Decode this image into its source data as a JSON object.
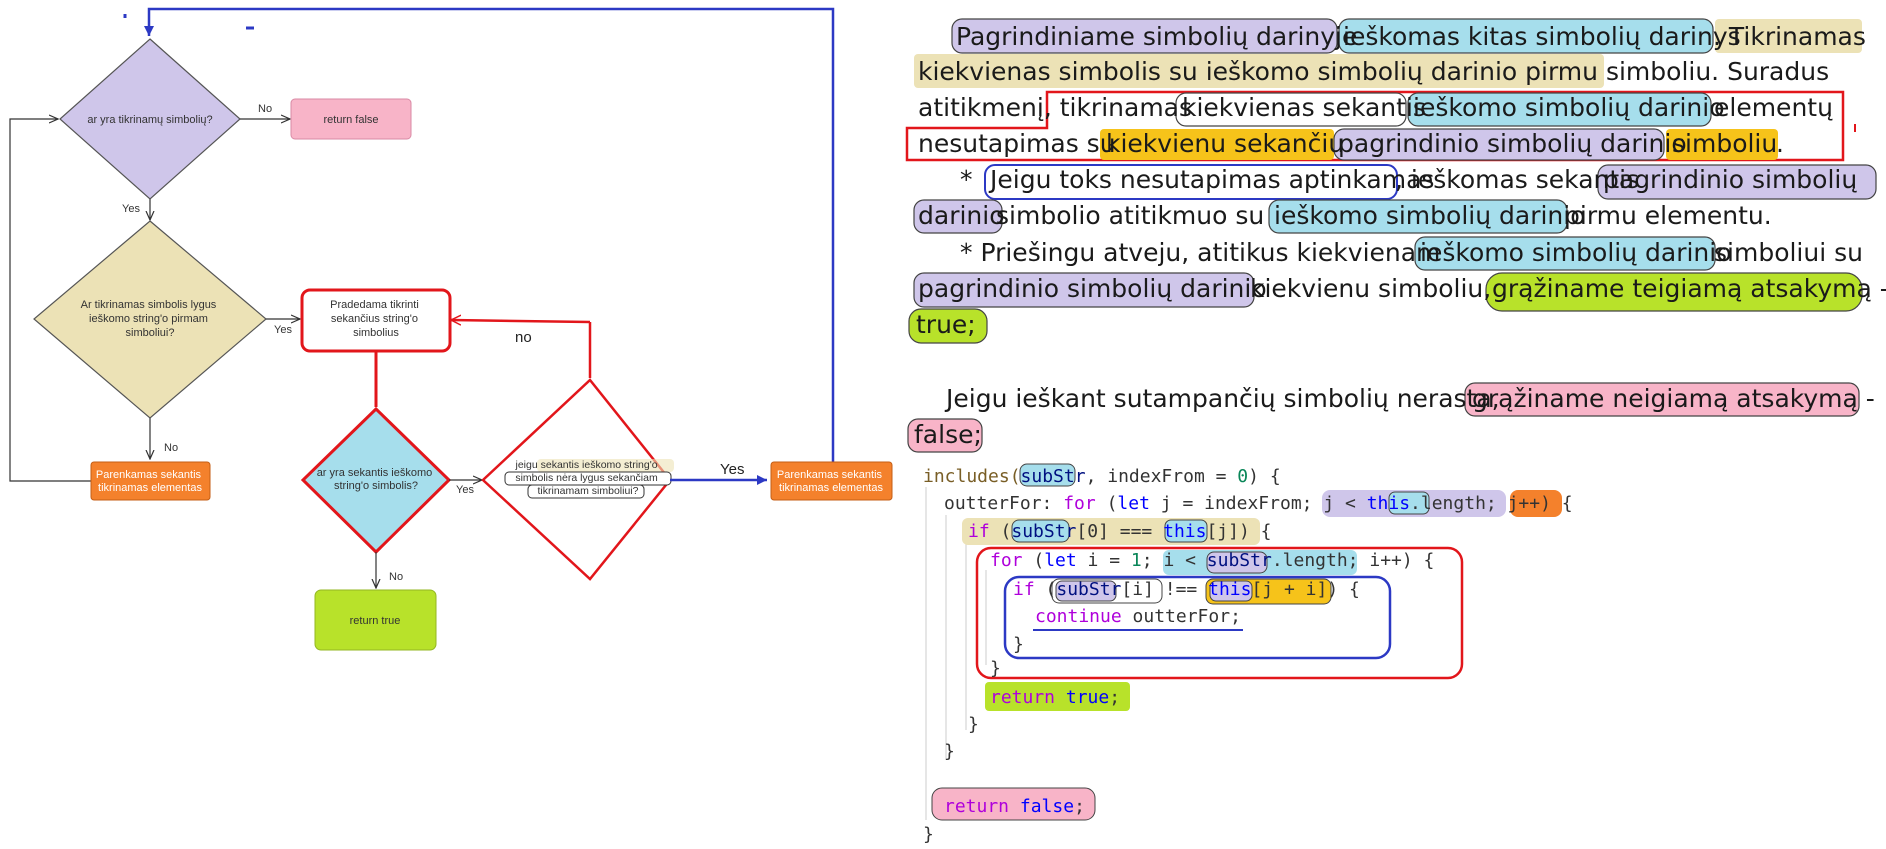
{
  "colors": {
    "purple": "#cfc6ea",
    "tan": "#ece2b6",
    "pink": "#f8b4c8",
    "orange": "#f4812c",
    "cyan": "#a6deec",
    "green": "#b8e22a",
    "gold": "#f6c31a",
    "red": "#e2161b",
    "blue": "#2c39c4",
    "code_keyword": "#0000ff",
    "code_purple": "#af00db",
    "code_number": "#098658",
    "code_text": "#333333"
  },
  "flowchart": {
    "n_has_chars": "ar yra tikrinamų simbolių?",
    "n_return_false": "return false",
    "n_first_match": [
      "Ar tikrinamas simbolis lygus",
      "ieškomo string'o pirmam",
      "simboliui?"
    ],
    "n_start_check": [
      "Pradedama tikrinti",
      "sekančius string'o",
      "simbolius"
    ],
    "n_next_elem_1": [
      "Parenkamas sekantis",
      "tikrinamas elementas"
    ],
    "n_has_next": [
      "ar yra sekantis ieškomo",
      "string'o simbolis?"
    ],
    "n_mismatch": [
      "jeigu sekantis ieškomo string'o",
      "simbolis nėra lygus sekančiam",
      "tikrinamam simboliui?"
    ],
    "n_next_elem_2": [
      "Parenkamas sekantis",
      "tikrinamas elementas"
    ],
    "n_return_true": "return true",
    "lbl_no_1": "No",
    "lbl_yes_1": "Yes",
    "lbl_yes_2": "Yes",
    "lbl_no_2": "No",
    "lbl_yes_3": "Yes",
    "lbl_no_3": "No",
    "lbl_no_big": "no",
    "lbl_yes_big": "Yes"
  },
  "prose": {
    "p1_l1_a": "Pagrindiniame simbolių darinyje",
    "p1_l1_b": "ieškomas kitas simbolių darinys",
    "p1_l1_c": ". Tikrinamas",
    "p1_l2": "kiekvienas simbolis su ieškomo simbolių darinio pirmu simboliu. Suradus",
    "p1_l3_a": "atitikmenį, tikrinamas",
    "p1_l3_b": "kiekvienas sekantis",
    "p1_l3_c": "ieškomo simbolių darinio",
    "p1_l3_d": "elementų",
    "p1_l4_a": "nesutapimas su",
    "p1_l4_b": "kiekvienu sekančiu",
    "p1_l4_c": "pagrindinio simbolių darinio",
    "p1_l4_d": "simboliu",
    "p1_l4_e": ".",
    "p2_l1_a": "* ",
    "p2_l1_b": "Jeigu toks nesutapimas aptinkamas",
    "p2_l1_c": ", ieškomas sekantis",
    "p2_l1_d": "pagrindinio simbolių",
    "p2_l2_a": "darinio",
    "p2_l2_b": " simbolio atitikmuo su",
    "p2_l2_c": "ieškomo simbolių darinio",
    "p2_l2_d": " pirmu elementu.",
    "p3_l1_a": "* Priešingu atveju, atitikus kiekvienam",
    "p3_l1_b": "ieškomo simbolių darinio",
    "p3_l1_c": " simboliui su",
    "p3_l2_a": "pagrindinio simbolių darinio",
    "p3_l2_b": " kiekvienu simboliu,",
    "p3_l2_c": "grąžiname teigiamą atsakymą -",
    "p3_l3": "true;",
    "p4_l1_a": "Jeigu ieškant sutampančių simbolių nerasta,",
    "p4_l1_b": "grąžiname neigiamą atsakymą -",
    "p4_l2": "false;"
  },
  "code": {
    "l1": [
      "includes(",
      "subStr",
      ", indexFrom = ",
      "0",
      ") {"
    ],
    "l2": [
      "outterFor: ",
      "for",
      " (",
      "let",
      " j = indexFrom; ",
      "j < ",
      "this",
      ".length;",
      " ",
      "j++",
      ") {"
    ],
    "l3": [
      "if",
      " (",
      "subStr",
      "[0]",
      " === ",
      "this",
      "[j]",
      ") {"
    ],
    "l4": [
      "for",
      " (",
      "let",
      " i = ",
      "1",
      "; ",
      "i < ",
      "subStr",
      ".length;",
      " i++) {"
    ],
    "l5": [
      "if",
      " (",
      "subStr",
      "[i]",
      " !== ",
      "this",
      "[j + i]",
      ") {"
    ],
    "l6": [
      "continue",
      " outterFor;"
    ],
    "l7": "}",
    "l8": "}",
    "l9": [
      "return",
      " true",
      ";"
    ],
    "l10": "}",
    "l11": "}",
    "l12": [
      "return",
      " false",
      ";"
    ],
    "l13": "}"
  }
}
